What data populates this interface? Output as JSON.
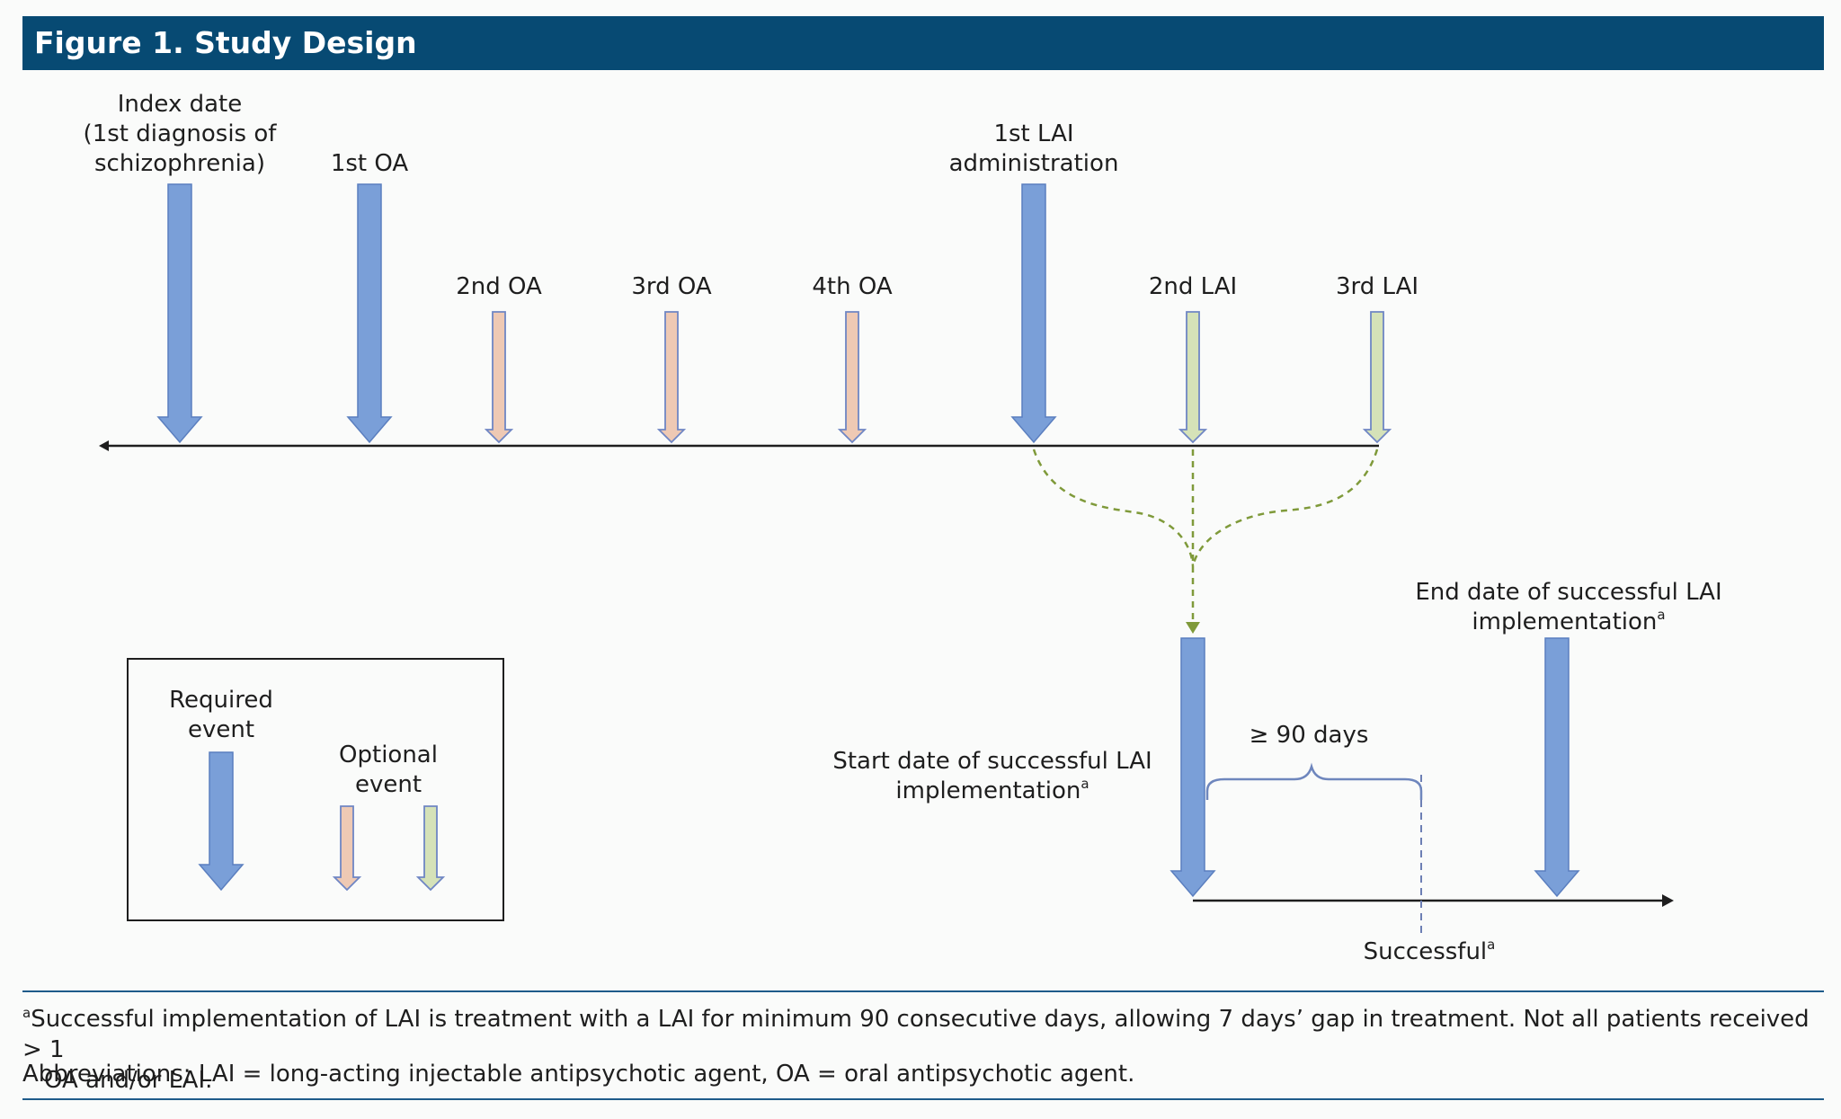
{
  "title": "Figure 1. Study Design",
  "timeline_events": [
    {
      "label_lines": [
        "Index date",
        "(1st diagnosis of",
        "schizophrenia)"
      ],
      "kind": "required"
    },
    {
      "label_lines": [
        "1st OA"
      ],
      "kind": "required"
    },
    {
      "label_lines": [
        "2nd OA"
      ],
      "kind": "optional-oa"
    },
    {
      "label_lines": [
        "3rd OA"
      ],
      "kind": "optional-oa"
    },
    {
      "label_lines": [
        "4th OA"
      ],
      "kind": "optional-oa"
    },
    {
      "label_lines": [
        "1st LAI",
        "administration"
      ],
      "kind": "required"
    },
    {
      "label_lines": [
        "2nd LAI"
      ],
      "kind": "optional-lai"
    },
    {
      "label_lines": [
        "3rd LAI"
      ],
      "kind": "optional-lai"
    }
  ],
  "legend": {
    "required_lines": [
      "Required",
      "event"
    ],
    "optional_lines": [
      "Optional",
      "event"
    ]
  },
  "implementation": {
    "start_lines": [
      "Start date of successful LAI",
      "implementation"
    ],
    "end_lines": [
      "End date of successful LAI",
      "implementation"
    ],
    "duration": "≥ 90 days",
    "successful": "Successful",
    "superscript": "a"
  },
  "footnotes": {
    "sup": "a",
    "note_line1": "Successful implementation of LAI is treatment with a LAI for minimum 90 consecutive days, allowing 7 days’ gap in treatment. Not all patients received > 1",
    "note_line2": "OA and/or LAI.",
    "abbreviations": "Abbreviations: LAI = long-acting injectable antipsychotic agent, OA = oral antipsychotic agent."
  },
  "colors": {
    "title_bar": "#074a73",
    "required_fill": "#7a9fd8",
    "required_stroke": "#5b7fbf",
    "oa_fill": "#eec9b4",
    "lai_fill": "#d5e2b8",
    "optional_stroke": "#6f86c4",
    "dashed_green": "#7f9a3a",
    "dashed_blue": "#6d7fb4",
    "brace": "#6e86bd"
  }
}
